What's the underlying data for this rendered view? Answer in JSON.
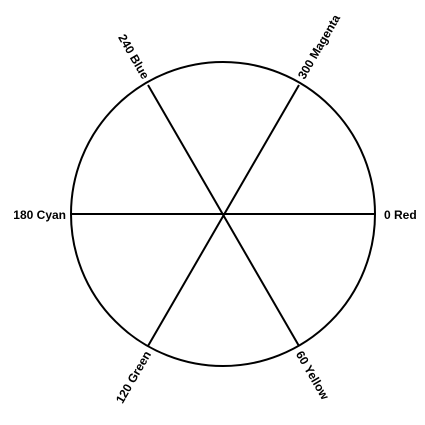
{
  "diagram": {
    "line_color": "#000000",
    "background": "#ffffff",
    "hues": [
      {
        "angle": 0,
        "label": "0 Red"
      },
      {
        "angle": 60,
        "label": "60 Yellow"
      },
      {
        "angle": 120,
        "label": "120 Green"
      },
      {
        "angle": 180,
        "label": "180 Cyan"
      },
      {
        "angle": 240,
        "label": "240 Blue"
      },
      {
        "angle": 300,
        "label": "300 Magenta"
      }
    ]
  }
}
